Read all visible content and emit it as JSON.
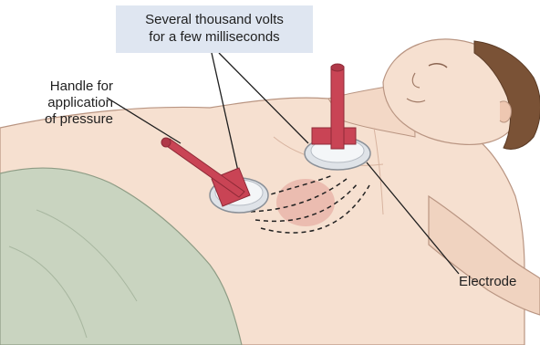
{
  "callout": {
    "line1": "Several thousand volts",
    "line2": "for a few milliseconds"
  },
  "labels": {
    "handle": {
      "line1": "Handle for",
      "line2": "application",
      "line3": "of pressure"
    },
    "electrode": "Electrode"
  },
  "colors": {
    "skin": "#f6e0d0",
    "skin_shadow": "#e8c2ad",
    "blanket": "#c9d4c0",
    "hair": "#7a5236",
    "handle": "#c94455",
    "callout_bg": "#dfe6f1"
  }
}
